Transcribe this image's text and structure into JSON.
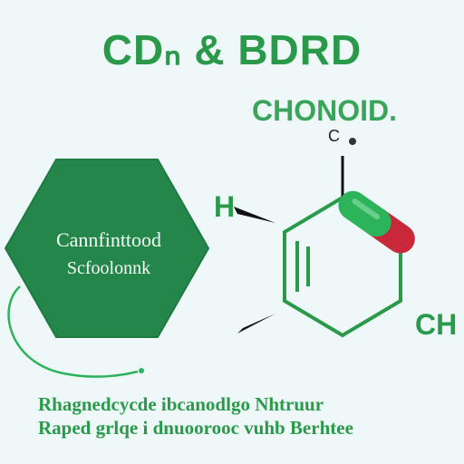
{
  "header": {
    "title": "CDₙ & BDRD",
    "subtitle": "CHONOID."
  },
  "molecule": {
    "atom_top": "C",
    "atom_left": "H",
    "atom_right": "CH"
  },
  "hexagon": {
    "line1": "Cannfinttood",
    "line2": "Scfoolonnk"
  },
  "caption": {
    "line1": "Rhagnedcycde  ibcanodlgo  Nhtruur",
    "line2": "Raped  grlqe    i  dnuoorooc  vuhb  Berhtee"
  },
  "colors": {
    "primary_green": "#2a9a4a",
    "hex_fill": "#24864a",
    "red_accent": "#c8283a"
  }
}
